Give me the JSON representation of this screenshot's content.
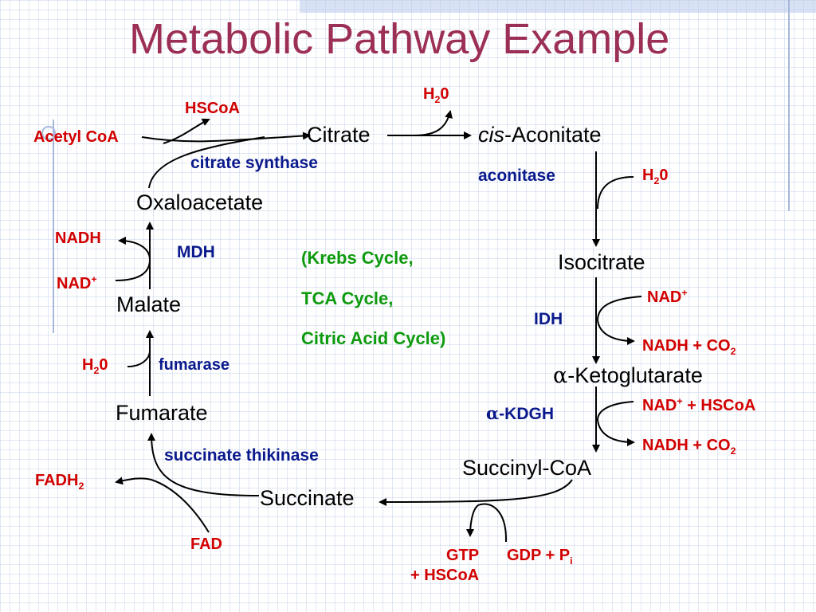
{
  "title": "Metabolic Pathway Example",
  "metabolites": {
    "citrate": "Citrate",
    "cis_prefix": "cis",
    "cis_aconitate_rest": "-Aconitate",
    "isocitrate": "Isocitrate",
    "alpha": "α",
    "ketoglutarate_rest": "-Ketoglutarate",
    "succinyl_coa": "Succinyl-CoA",
    "succinate": "Succinate",
    "fumarate": "Fumarate",
    "malate": "Malate",
    "oxaloacetate": "Oxaloacetate"
  },
  "enzymes": {
    "citrate_synthase": "citrate synthase",
    "aconitase": "aconitase",
    "idh": "IDH",
    "kdgh_rest": "-KDGH",
    "succinate_thikinase": "succinate thikinase",
    "fumarase": "fumarase",
    "mdh": "MDH"
  },
  "cofactors": {
    "acetyl_coa": "Acetyl CoA",
    "hscoa_top": "HSCoA",
    "h2o": {
      "base": "H",
      "sub": "2",
      "rest": "0"
    },
    "nad": {
      "base": "NAD",
      "sup": "+"
    },
    "nadh_co2": {
      "base": "NADH + CO",
      "sub": "2"
    },
    "nad_hscoa": {
      "base": "NAD",
      "sup": "+",
      "rest": " + HSCoA"
    },
    "gtp": "GTP",
    "plus_hscoa": "+ HSCoA",
    "gdp_pi": {
      "base": "GDP + P",
      "sub": "i"
    },
    "fadh2": {
      "base": "FADH",
      "sub": "2"
    },
    "fad": "FAD",
    "nadh": "NADH"
  },
  "cycle_names": [
    "(Krebs Cycle,",
    "TCA Cycle,",
    "Citric Acid Cycle)"
  ],
  "colors": {
    "title": "#9c2f55",
    "cofactor": "#d10000",
    "enzyme": "#0a1a8c",
    "cycle_note": "#0e9a0e"
  }
}
